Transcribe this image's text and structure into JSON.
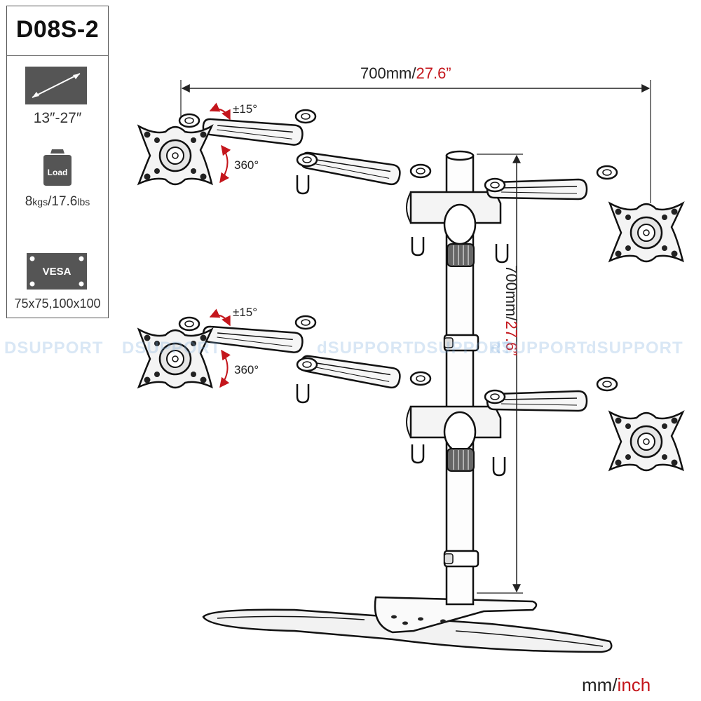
{
  "spec_panel": {
    "model": "D08S-2",
    "screen_size": "13″-27″",
    "load_icon_label": "Load",
    "load_value": "8",
    "load_unit_kg": "kgs",
    "load_sep": "/17.6",
    "load_unit_lb": "lbs",
    "vesa_icon_label": "VESA",
    "vesa_value": "75x75,100x100"
  },
  "dimensions": {
    "width_mm": "700mm/",
    "width_in": "27.6”",
    "height_mm": "700mm/",
    "height_in": "27.6”"
  },
  "angles": {
    "tilt_top": "±15°",
    "rotate_top": "360°",
    "tilt_bottom": "±15°",
    "rotate_bottom": "360°"
  },
  "watermark": [
    "DSUPPORT",
    "DSUPPORT",
    "dSUPPORT",
    "DSUPPORT",
    "dSUPPORT",
    "dSUPPORT"
  ],
  "units_legend": {
    "mm": "mm/",
    "inch": "inch"
  },
  "colors": {
    "accent": "#c4161c",
    "line": "#222222",
    "metal_light": "#f2f2f2",
    "metal_dark": "#9a9a9a"
  }
}
